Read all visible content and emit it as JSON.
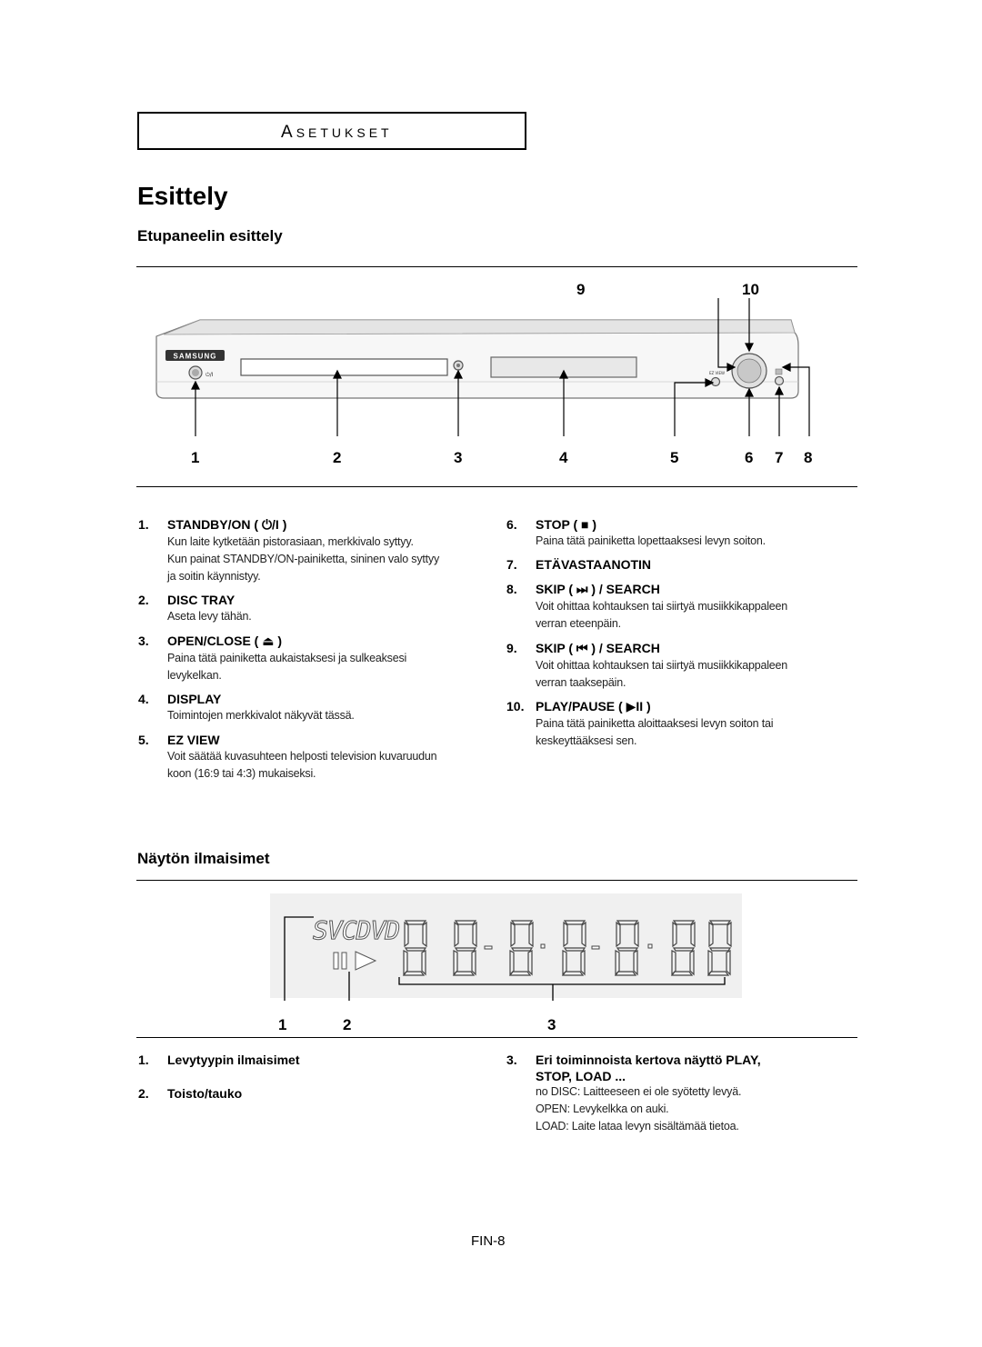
{
  "section": {
    "label_first": "A",
    "label_rest": "SETUKSET"
  },
  "title": "Esittely",
  "front_panel": {
    "heading": "Etupaneelin esittely",
    "brand": "SAMSUNG",
    "callouts_bottom": [
      "1",
      "2",
      "3",
      "4",
      "5",
      "6",
      "7",
      "8"
    ],
    "callouts_top": [
      "9",
      "10"
    ],
    "items_left": [
      {
        "num": "1.",
        "title": "STANDBY/ON ( ⏻/I )",
        "desc": [
          "Kun laite kytketään pistorasiaan, merkkivalo syttyy.",
          "Kun painat STANDBY/ON-painiketta, sininen valo syttyy",
          "ja soitin käynnistyy."
        ]
      },
      {
        "num": "2.",
        "title": "DISC TRAY",
        "desc": [
          "Aseta levy tähän."
        ]
      },
      {
        "num": "3.",
        "title": "OPEN/CLOSE ( ⏏ )",
        "desc": [
          "Paina tätä painiketta aukaistaksesi ja sulkeaksesi",
          "levykelkan."
        ]
      },
      {
        "num": "4.",
        "title": "DISPLAY",
        "desc": [
          "Toimintojen merkkivalot näkyvät tässä."
        ]
      },
      {
        "num": "5.",
        "title": "EZ VIEW",
        "desc": [
          "Voit säätää kuvasuhteen helposti television kuvaruudun",
          "koon (16:9 tai 4:3) mukaiseksi."
        ]
      }
    ],
    "items_right": [
      {
        "num": "6.",
        "title": "STOP ( ■ )",
        "desc": [
          "Paina tätä painiketta lopettaaksesi levyn soiton."
        ]
      },
      {
        "num": "7.",
        "title": "ETÄVASTAANOTIN",
        "desc": []
      },
      {
        "num": "8.",
        "title": "SKIP ( ⏭ ) / SEARCH",
        "desc": [
          "Voit ohittaa kohtauksen tai siirtyä musiikkikappaleen",
          "verran eteenpäin."
        ]
      },
      {
        "num": "9.",
        "title": "SKIP ( ⏮ ) / SEARCH",
        "desc": [
          "Voit ohittaa kohtauksen tai siirtyä musiikkikappaleen",
          "verran taaksepäin."
        ]
      },
      {
        "num": "10.",
        "title": "PLAY/PAUSE ( ▶II )",
        "desc": [
          "Paina tätä painiketta aloittaaksesi levyn soiton tai",
          "keskeyttääksesi sen."
        ]
      }
    ]
  },
  "display": {
    "heading": "Näytön ilmaisimet",
    "indicator_text": "SVCDVD",
    "callouts": [
      "1",
      "2",
      "3"
    ],
    "items_left": [
      {
        "num": "1.",
        "title": "Levytyypin ilmaisimet"
      },
      {
        "num": "2.",
        "title": "Toisto/tauko"
      }
    ],
    "items_right": [
      {
        "num": "3.",
        "title": [
          "Eri toiminnoista kertova näyttö PLAY,",
          "STOP, LOAD ..."
        ],
        "desc": [
          "no DISC: Laitteeseen ei ole syötetty levyä.",
          "OPEN: Levykelkka on auki.",
          "LOAD: Laite lataa levyn sisältämää tietoa."
        ]
      }
    ]
  },
  "page_number": "FIN-8"
}
